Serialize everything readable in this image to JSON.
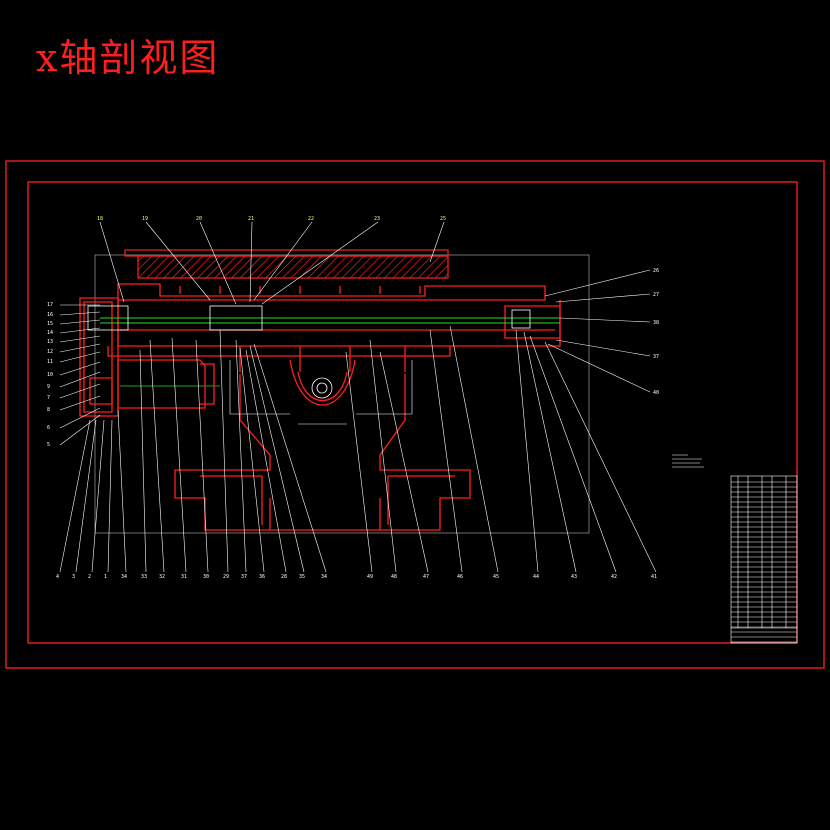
{
  "title": "x轴剖视图",
  "colors": {
    "background": "#000000",
    "frame": "#ff1e1e",
    "leader": "#ffffff",
    "axis": "#22dd22",
    "label": "#ffff66"
  },
  "icons": [
    "hatched-table-section",
    "lead-screw-section",
    "bearing-section",
    "saddle-base-section"
  ],
  "labels": {
    "left_side": [
      "17",
      "16",
      "15",
      "14",
      "13",
      "12",
      "11",
      "10",
      "9",
      "7",
      "8",
      "6",
      "5"
    ],
    "top": [
      "18",
      "19",
      "20",
      "21",
      "22",
      "23",
      "25"
    ],
    "right_side": [
      "26",
      "27",
      "38",
      "37",
      "40"
    ],
    "bottom": [
      "4",
      "3",
      "2",
      "1",
      "34",
      "33",
      "32",
      "31",
      "30",
      "29",
      "37",
      "36",
      "28",
      "35",
      "34",
      "49",
      "48",
      "47",
      "46",
      "45",
      "44",
      "43",
      "42",
      "41"
    ]
  }
}
